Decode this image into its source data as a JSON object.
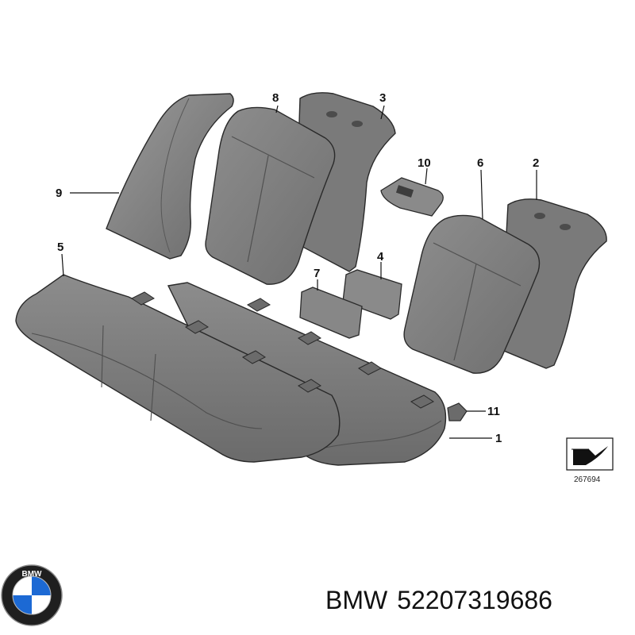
{
  "callouts": {
    "c1": "1",
    "c2": "2",
    "c3": "3",
    "c4": "4",
    "c5": "5",
    "c6": "6",
    "c7": "7",
    "c8": "8",
    "c9": "9",
    "c10": "10",
    "c11": "11"
  },
  "reference_number": "267694",
  "brand_logo_text": "BMW",
  "caption": {
    "brand": "BMW",
    "part_number": "52207319686"
  },
  "colors": {
    "part_fill": "#7f7f7f",
    "part_dark": "#5b5b5b",
    "part_light": "#a9a9a9",
    "outline": "#2a2a2a",
    "logo_blue": "#1c69d4"
  }
}
